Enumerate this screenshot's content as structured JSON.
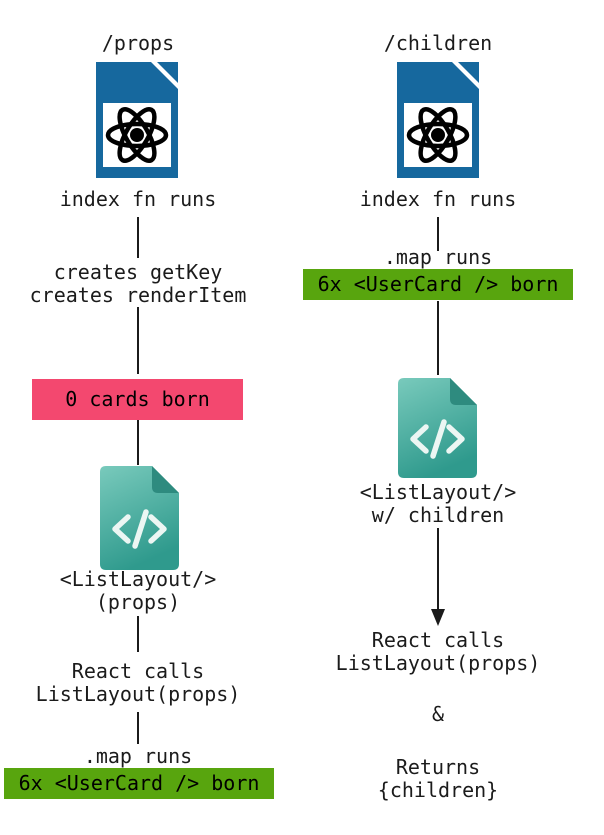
{
  "diagram_title": "props vs children render flow comparison",
  "palette": {
    "react_file_blue": "#16689e",
    "code_file_teal_light": "#79cabc",
    "code_file_teal_dark": "#2f9a8d",
    "code_file_fold": "#2e8b7f",
    "code_glyph_white": "#ecf6f3",
    "alert_pink": "#f3486f",
    "highlight_green": "#58a50e",
    "text_black": "#1b1b1b"
  },
  "icons": {
    "left_page": "react-file-icon",
    "left_code": "code-file-icon",
    "right_page": "react-file-icon",
    "right_code": "code-file-icon",
    "code_glyph": "</>"
  },
  "left_flow": {
    "title": "/props",
    "file_caption": "index fn runs",
    "step_creates": "creates getKey\ncreates renderItem",
    "badge_zero": "0 cards born",
    "code_caption": "<ListLayout/>\n(props)",
    "step_react_calls": "React calls\nListLayout(props)",
    "step_map": ".map runs",
    "badge_born": "6x <UserCard /> born"
  },
  "right_flow": {
    "title": "/children",
    "file_caption": "index fn runs",
    "step_map": ".map runs",
    "badge_born": "6x <UserCard /> born",
    "code_caption": "<ListLayout/>\nw/ children",
    "step_react_calls": "React calls\nListLayout(props)",
    "ampersand": "&",
    "step_returns": "Returns\n{children}"
  }
}
